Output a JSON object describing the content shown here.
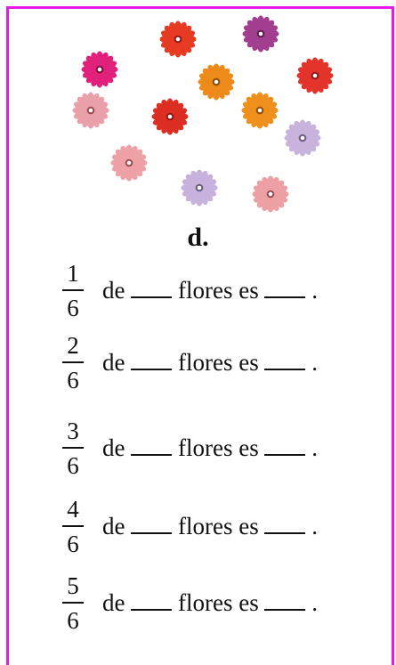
{
  "exercise": {
    "letter": "d.",
    "flowers": [
      {
        "color": "#e63a22",
        "center": "#8a1a1a"
      },
      {
        "color": "#a23e8f",
        "center": "#5a1a4a"
      },
      {
        "color": "#e0207a",
        "center": "#7a0f3a"
      },
      {
        "color": "#ee8a1a",
        "center": "#8a4a0a"
      },
      {
        "color": "#e4332a",
        "center": "#8a1a1a"
      },
      {
        "color": "#eaa0a8",
        "center": "#9a4a50"
      },
      {
        "color": "#dd2e24",
        "center": "#8a1a1a"
      },
      {
        "color": "#ef8f1c",
        "center": "#8a4a0a"
      },
      {
        "color": "#c7b3dc",
        "center": "#6a5a80"
      },
      {
        "color": "#eea2a6",
        "center": "#9a4a50"
      },
      {
        "color": "#c6b2dc",
        "center": "#6a5a80"
      },
      {
        "color": "#eda0a4",
        "center": "#9a4a50"
      }
    ],
    "rows": [
      {
        "numerator": "1",
        "denominator": "6",
        "word1": "de",
        "word2": "flores es",
        "end": "."
      },
      {
        "numerator": "2",
        "denominator": "6",
        "word1": "de",
        "word2": "flores es",
        "end": "."
      },
      {
        "numerator": "3",
        "denominator": "6",
        "word1": "de",
        "word2": "flores es",
        "end": "."
      },
      {
        "numerator": "4",
        "denominator": "6",
        "word1": "de",
        "word2": "flores es",
        "end": "."
      },
      {
        "numerator": "5",
        "denominator": "6",
        "word1": "de",
        "word2": "flores es",
        "end": "."
      }
    ]
  }
}
